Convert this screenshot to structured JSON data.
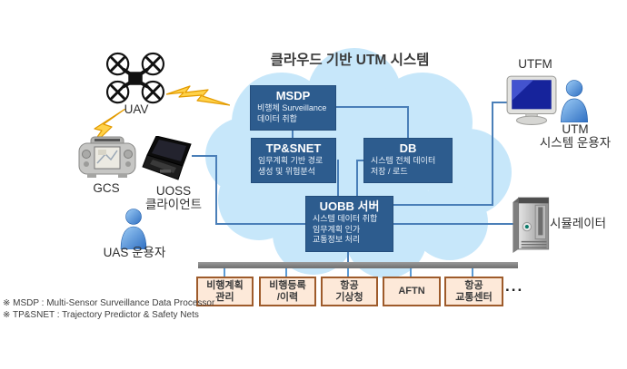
{
  "title": "클라우드 기반 UTM 시스템",
  "colors": {
    "module_box": "#2d5c8e",
    "connector": "#4a7fb8",
    "cloud": "#c7e7fa",
    "external_fill": "#fde9d9",
    "external_border": "#9e5b2b",
    "bus_bar": "#7d7d7d"
  },
  "modules": {
    "msdp": {
      "title": "MSDP",
      "line1": "비행체 Surveillance",
      "line2": "데이터 취합"
    },
    "tpsnet": {
      "title": "TP&SNET",
      "line1": "임무계획 기반 경로",
      "line2": "생성 및 위험분석"
    },
    "db": {
      "title": "DB",
      "line1": "시스템 전체 데이터",
      "line2": "저장 / 로드"
    },
    "uobb": {
      "title": "UOBB 서버",
      "line1": "시스템 데이터 취합",
      "line2": "임무계획 인가",
      "line3": "교통정보 처리"
    }
  },
  "actors": {
    "uav": {
      "label": "UAV"
    },
    "gcs": {
      "label": "GCS"
    },
    "uoss": {
      "label1": "UOSS",
      "label2": "클라이언트"
    },
    "uas_operator": {
      "label": "UAS 운용자"
    },
    "utfm": {
      "label": "UTFM"
    },
    "utm_operator": {
      "label1": "UTM",
      "label2": "시스템 운용자"
    },
    "simulator": {
      "label": "시뮬레이터"
    }
  },
  "external_systems": [
    {
      "line1": "비행계획",
      "line2": "관리"
    },
    {
      "line1": "비행등록",
      "line2": "/이력"
    },
    {
      "line1": "항공",
      "line2": "기상청"
    },
    {
      "line1": "AFTN"
    },
    {
      "line1": "항공",
      "line2": "교통센터"
    }
  ],
  "ellipsis": "...",
  "footnotes": [
    "※ MSDP : Multi-Sensor Surveillance Data Processor",
    "※ TP&SNET : Trajectory Predictor & Safety Nets"
  ]
}
